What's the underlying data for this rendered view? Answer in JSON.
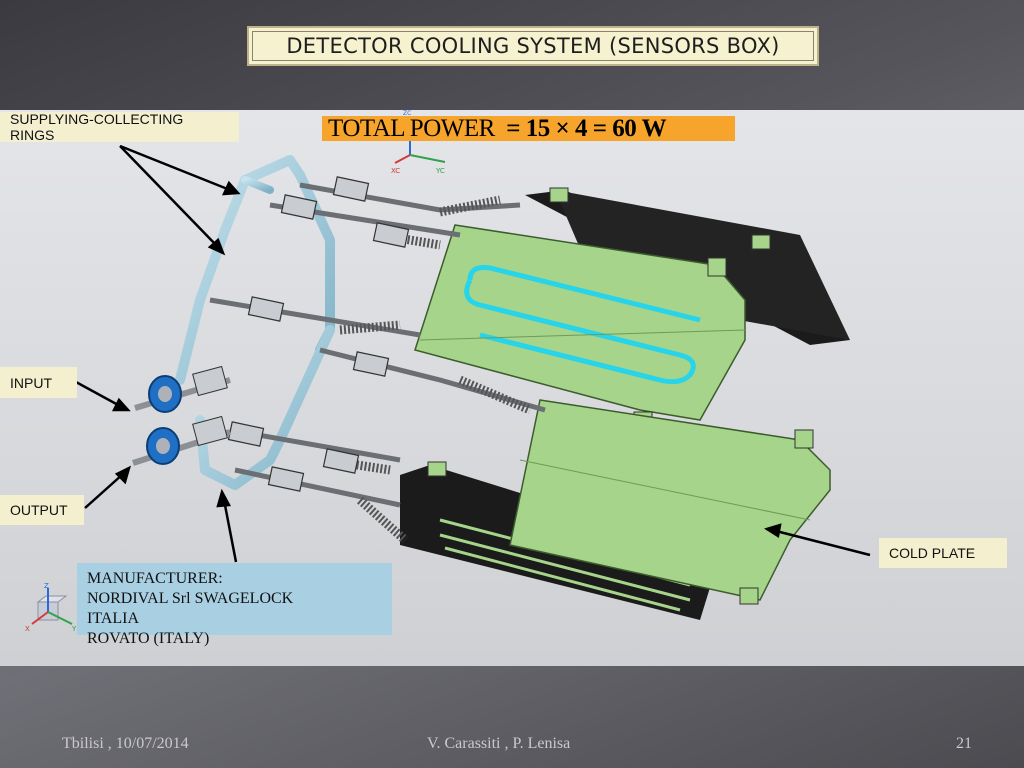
{
  "slide": {
    "title": "DETECTOR COOLING SYSTEM (SENSORS BOX)",
    "power_label": "TOTAL POWER",
    "power_formula": "= 15 × 4 = 60 W",
    "labels": {
      "rings": "SUPPLYING-COLLECTING RINGS",
      "input": "INPUT",
      "output": "OUTPUT",
      "cold_plate": "COLD PLATE"
    },
    "manufacturer": {
      "line1": "MANUFACTURER:",
      "line2": "NORDIVAL Srl SWAGELOCK",
      "line3": "ITALIA",
      "line4": "ROVATO (ITALY)"
    },
    "axes": {
      "zc": "ZC",
      "xc": "XC",
      "yc": "YC",
      "z": "Z",
      "x": "X",
      "y": "Y"
    }
  },
  "footer": {
    "location_date": "Tbilisi , 10/07/2014",
    "authors": "V. Carassiti ,  P. Lenisa",
    "page": "21"
  },
  "colors": {
    "plate_green": "#a6d48a",
    "plate_black": "#1b1b1b",
    "pipe_blue": "#9ec9da",
    "channel_cyan": "#27d4ea",
    "label_bg": "#f4efcf",
    "power_bg": "#f7a42d",
    "mfr_bg": "#a9cfe2"
  }
}
